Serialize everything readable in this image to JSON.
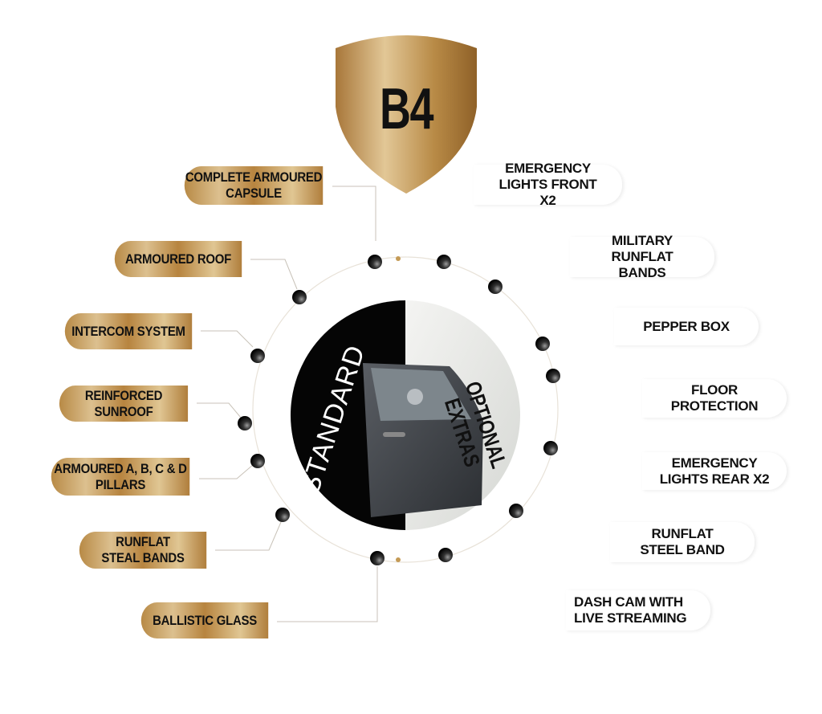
{
  "shield": {
    "label": "B4"
  },
  "center": {
    "left_label": "STANDARD",
    "right_label": "OPTIONAL EXTRAS"
  },
  "standard_features": [
    "COMPLETE ARMOURED CAPSULE",
    "ARMOURED ROOF",
    "INTERCOM SYSTEM",
    "REINFORCED SUNROOF",
    "ARMOURED A, B, C & D PILLARS",
    "RUNFLAT STEAL BANDS",
    "BALLISTIC GLASS"
  ],
  "optional_extras": [
    "EMERGENCY LIGHTS FRONT X2",
    "MILITARY RUNFLAT BANDS",
    "PEPPER BOX",
    "FLOOR PROTECTION",
    "EMERGENCY LIGHTS REAR X2",
    "RUNFLAT STEEL BAND",
    "DASH CAM WITH LIVE STREAMING"
  ],
  "colors": {
    "gold": "#b88a46",
    "black": "#000000"
  }
}
